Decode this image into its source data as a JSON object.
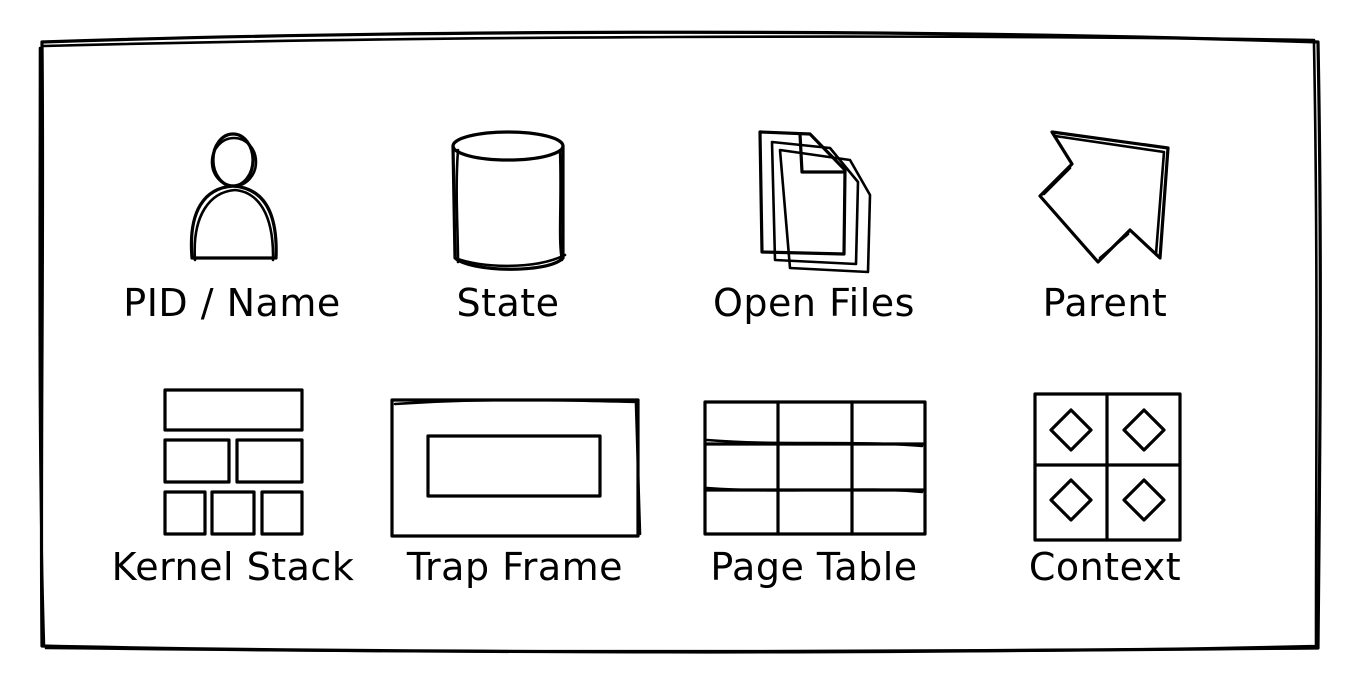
{
  "diagram": {
    "items": [
      {
        "label": "PID / Name",
        "icon": "user-icon"
      },
      {
        "label": "State",
        "icon": "cylinder-icon"
      },
      {
        "label": "Open Files",
        "icon": "files-icon"
      },
      {
        "label": "Parent",
        "icon": "arrow-up-left-icon"
      },
      {
        "label": "Kernel Stack",
        "icon": "brick-stack-icon"
      },
      {
        "label": "Trap Frame",
        "icon": "frame-icon"
      },
      {
        "label": "Page Table",
        "icon": "grid-table-icon"
      },
      {
        "label": "Context",
        "icon": "diamond-grid-icon"
      }
    ],
    "stroke_color": "#000000",
    "background": "#ffffff"
  }
}
